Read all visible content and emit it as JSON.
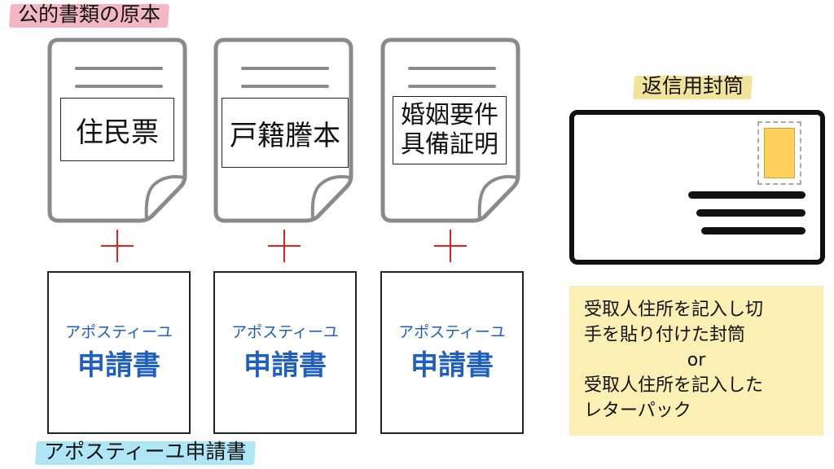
{
  "colors": {
    "pink": "#f3b7c3",
    "cyan": "#aee6f5",
    "yellow": "#f2e39a",
    "red": "#e02020",
    "blue": "#1f5fbf",
    "stamp": "#ffd15c",
    "note": "#fcefb4"
  },
  "labels": {
    "original_documents": "公的書類の原本",
    "apostille_application": "アポスティーユ申請書",
    "return_envelope": "返信用封筒"
  },
  "documents": [
    {
      "lines": [
        "住民票"
      ]
    },
    {
      "lines": [
        "戸籍謄本"
      ]
    },
    {
      "lines": [
        "婚姻要件",
        "具備証明"
      ]
    }
  ],
  "forms": [
    {
      "sub": "アポスティーユ",
      "main": "申請書"
    },
    {
      "sub": "アポスティーユ",
      "main": "申請書"
    },
    {
      "sub": "アポスティーユ",
      "main": "申請書"
    }
  ],
  "plus_icon": "plus-icon",
  "envelope_icon": "envelope-icon",
  "note": {
    "line1": "受取人住所を記入し切",
    "line2": "手を貼り付けた封筒",
    "or": "or",
    "line3": "受取人住所を記入した",
    "line4": "レターパック"
  }
}
